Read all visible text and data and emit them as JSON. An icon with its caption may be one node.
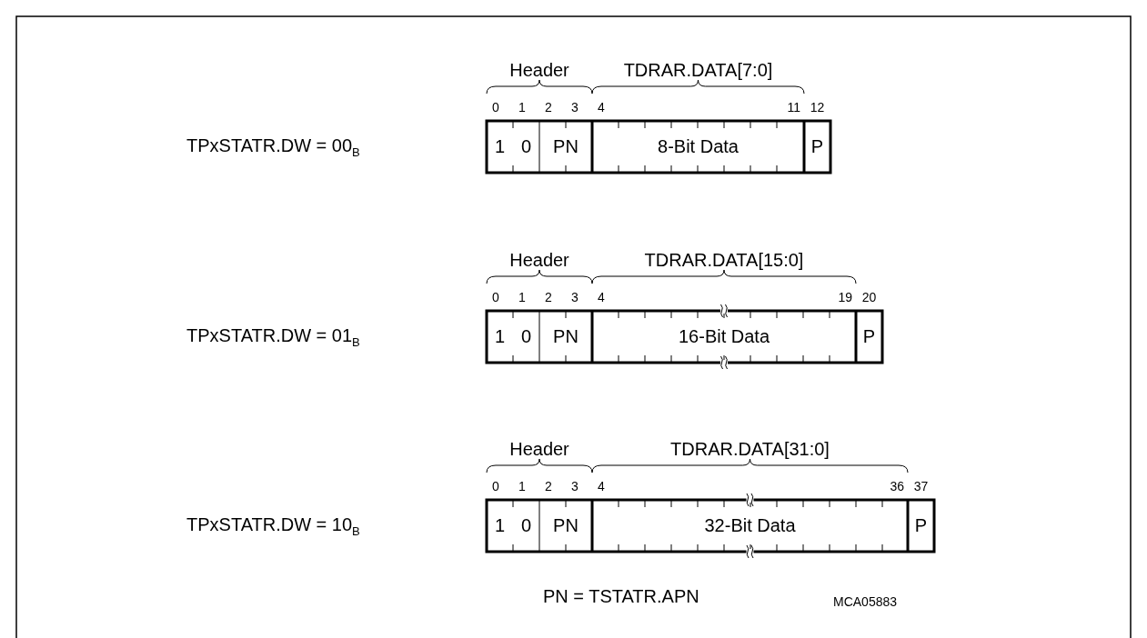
{
  "diagram": {
    "nodes": [
      {
        "text": [
          "1"
        ]
      },
      {
        "text": [
          "0"
        ]
      },
      {
        "text": [
          "PN"
        ]
      },
      {
        "text": [
          "8-Bit Data"
        ]
      },
      {
        "text": [
          "P"
        ]
      },
      {
        "text": [
          "1"
        ]
      },
      {
        "text": [
          "0"
        ]
      },
      {
        "text": [
          "PN"
        ]
      },
      {
        "text": [
          "16-Bit Data"
        ]
      },
      {
        "text": [
          "P"
        ]
      },
      {
        "text": [
          "1"
        ]
      },
      {
        "text": [
          "0"
        ]
      },
      {
        "text": [
          "PN"
        ]
      },
      {
        "text": [
          "32-Bit Data"
        ]
      },
      {
        "text": [
          "P"
        ]
      }
    ],
    "labels": [
      "Header",
      "TDRAR.DATA[7:0]",
      "0",
      "1",
      "2",
      "3",
      "4",
      "11",
      "12",
      "TPxSTATR.DW = 00$_{B}$",
      "Header",
      "TDRAR.DATA[15:0]",
      "0",
      "1",
      "2",
      "3",
      "4",
      "19",
      "20",
      "TPxSTATR.DW = 01$_{B}$",
      "Header",
      "TDRAR.DATA[31:0]",
      "0",
      "1",
      "2",
      "3",
      "4",
      "36",
      "37",
      "TPxSTATR.DW = 10$_{B}$",
      "PN = TSTATR.APN",
      "MCA05883"
    ]
  }
}
